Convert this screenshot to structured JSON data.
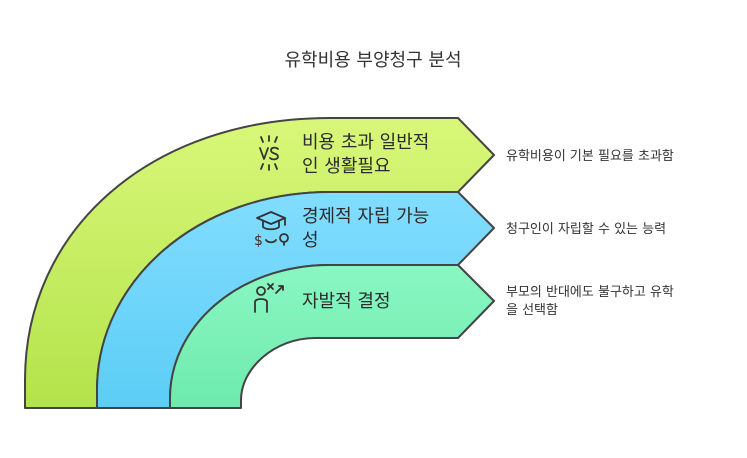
{
  "title": "유학비용 부양청구 분석",
  "bands": [
    {
      "label_line1": "비용 초과 일반적",
      "label_line2": "인 생활필요",
      "icon": "vs-versus-icon",
      "color": "#d4f570",
      "description_line1": "유학비용이 기본 필요를 초과함",
      "description_line2": ""
    },
    {
      "label_line1": "경제적 자립 가능",
      "label_line2": "성",
      "icon": "graduation-cap-money-icon",
      "color": "#7edcff",
      "description_line1": "청구인이 자립할 수 있는 능력",
      "description_line2": ""
    },
    {
      "label_line1": "자발적 결정",
      "label_line2": "",
      "icon": "person-decision-icon",
      "color": "#84f5be",
      "description_line1": "부모의 반대에도 불구하고 유학",
      "description_line2": "을 선택함"
    }
  ]
}
